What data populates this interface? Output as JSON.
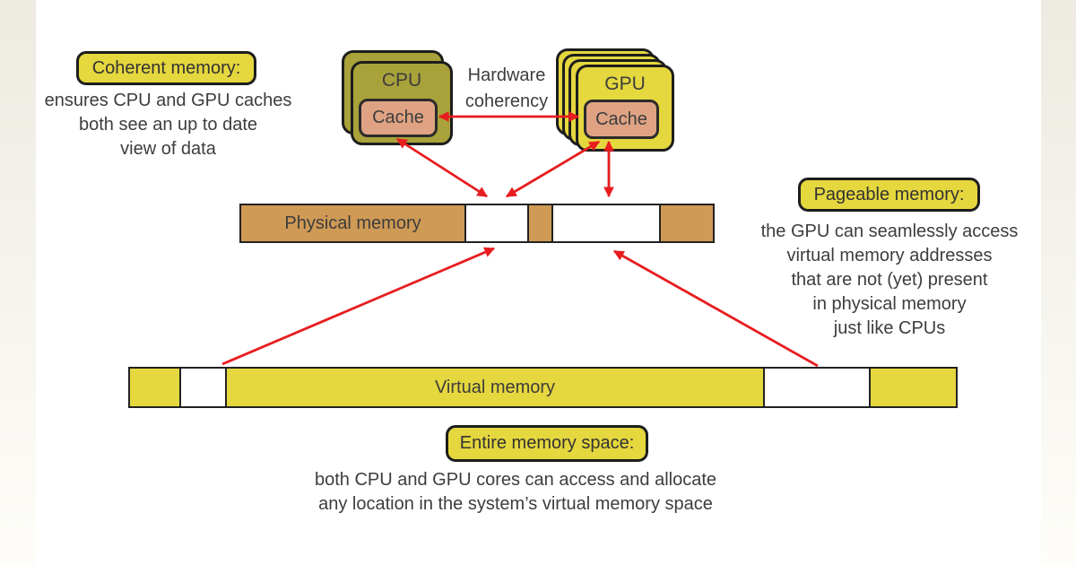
{
  "colors": {
    "yellow": "#e5d73e",
    "olive": "#a9a23a",
    "tan": "#cf9a55",
    "salmon": "#dfa383",
    "red": "#e71d1f",
    "ink": "#1d1d1d",
    "text": "#3d3d3d",
    "band": "#edeae1"
  },
  "callouts": {
    "coherent": {
      "title": "Coherent memory:",
      "desc": [
        "ensures CPU and GPU caches",
        "both see an up to date",
        "view of data"
      ]
    },
    "pageable": {
      "title": "Pageable memory:",
      "desc": [
        "the GPU can seamlessly access",
        "virtual memory addresses",
        "that are not (yet) present",
        "in physical memory",
        "just like CPUs"
      ]
    },
    "entire": {
      "title": "Entire memory space:",
      "desc": [
        "both CPU and GPU cores can access and allocate",
        "any location in the system’s virtual memory space"
      ]
    }
  },
  "processors": {
    "cpu": {
      "title": "CPU",
      "cache": "Cache"
    },
    "gpu": {
      "title": "GPU",
      "cache": "Cache"
    }
  },
  "coherency_note": {
    "lines": [
      "Hardware",
      "coherency"
    ]
  },
  "bars": {
    "physical": {
      "label": "Physical memory"
    },
    "virtual": {
      "label": "Virtual memory"
    }
  }
}
